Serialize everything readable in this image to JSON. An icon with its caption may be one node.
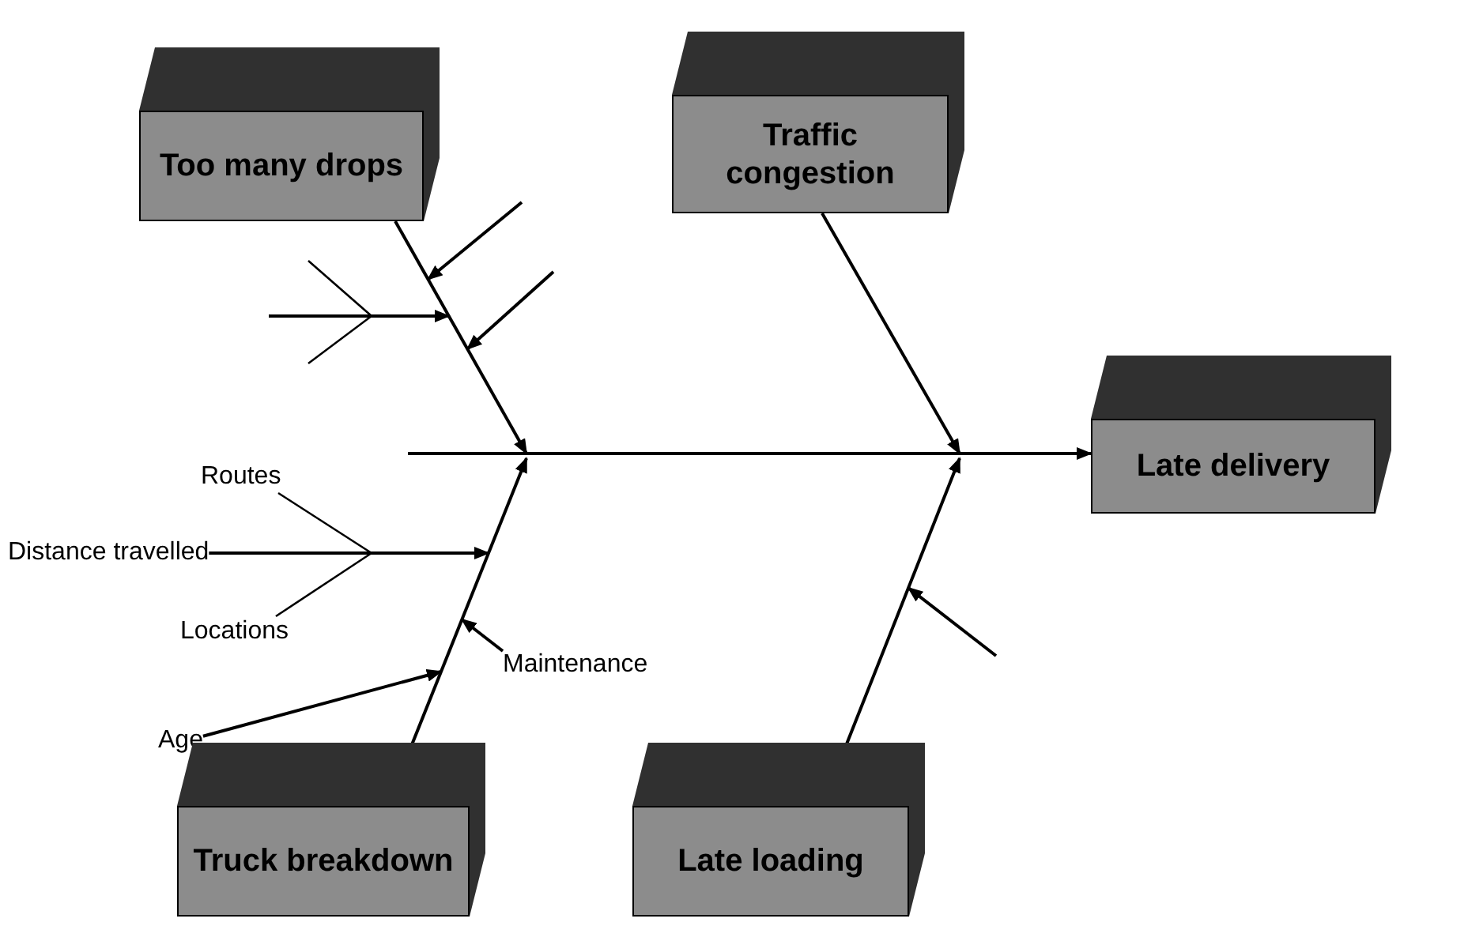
{
  "diagram": {
    "nodes": [
      {
        "text": [
          "Too many drops"
        ]
      },
      {
        "text": [
          "Traffic congestion"
        ]
      },
      {
        "text": [
          "Late delivery"
        ]
      },
      {
        "text": [
          "Routes"
        ]
      },
      {
        "text": [
          "Distance travelled"
        ]
      },
      {
        "text": [
          "Locations"
        ]
      },
      {
        "text": [
          "Maintenance"
        ]
      },
      {
        "text": [
          "Age"
        ]
      },
      {
        "text": [
          "Truck breakdown"
        ]
      },
      {
        "text": [
          "Late loading"
        ]
      }
    ],
    "edges": [
      {
        "from": null,
        "to": 2,
        "arrow": "to"
      },
      {
        "from": 0,
        "to": null,
        "arrow": "to"
      },
      {
        "from": 1,
        "to": null,
        "arrow": "to"
      },
      {
        "from": 8,
        "to": null,
        "arrow": "to"
      },
      {
        "from": 9,
        "to": null,
        "arrow": "to"
      },
      {
        "from": 4,
        "to": null,
        "arrow": "to"
      },
      {
        "from": 3,
        "to": null,
        "arrow": "none"
      },
      {
        "from": 5,
        "to": null,
        "arrow": "none"
      },
      {
        "from": 6,
        "to": null,
        "arrow": "to"
      },
      {
        "from": 7,
        "to": null,
        "arrow": "to"
      }
    ]
  }
}
